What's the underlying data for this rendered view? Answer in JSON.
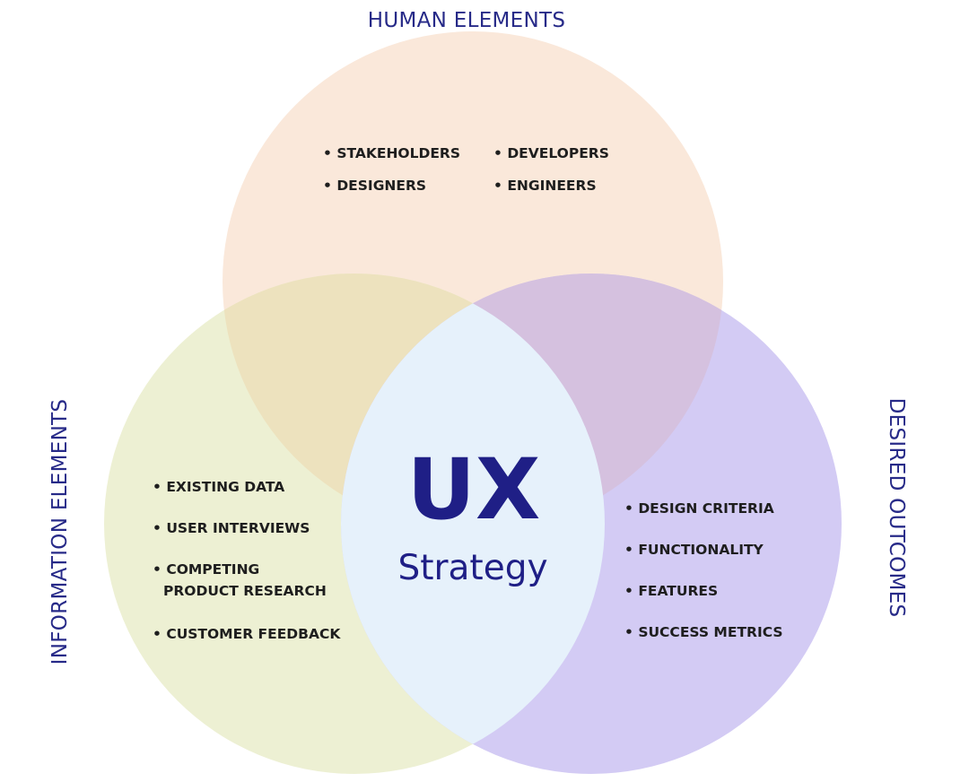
{
  "colors": {
    "human_circle": "#fae8da",
    "information_circle": "#edf0d3",
    "outcomes_circle": "#d3cbf4",
    "human_information_overlap": "#ede2be",
    "human_outcomes_overlap": "#d5c1df",
    "center": "#e6f1fb",
    "title_text": "#272a88",
    "item_text": "#1e1e1e"
  },
  "human_elements": {
    "title": "HUMAN ELEMENTS",
    "items": [
      "STAKEHOLDERS",
      "DEVELOPERS",
      "DESIGNERS",
      "ENGINEERS"
    ]
  },
  "information_elements": {
    "title": "INFORMATION ELEMENTS",
    "items": [
      "EXISTING DATA",
      "USER INTERVIEWS",
      "COMPETING",
      "PRODUCT RESEARCH",
      "CUSTOMER FEEDBACK"
    ]
  },
  "desired_outcomes": {
    "title": "DESIRED OUTCOMES",
    "items": [
      "DESIGN CRITERIA",
      "FUNCTIONALITY",
      "FEATURES",
      "SUCCESS METRICS"
    ]
  },
  "center": {
    "title": "UX",
    "subtitle": "Strategy"
  }
}
